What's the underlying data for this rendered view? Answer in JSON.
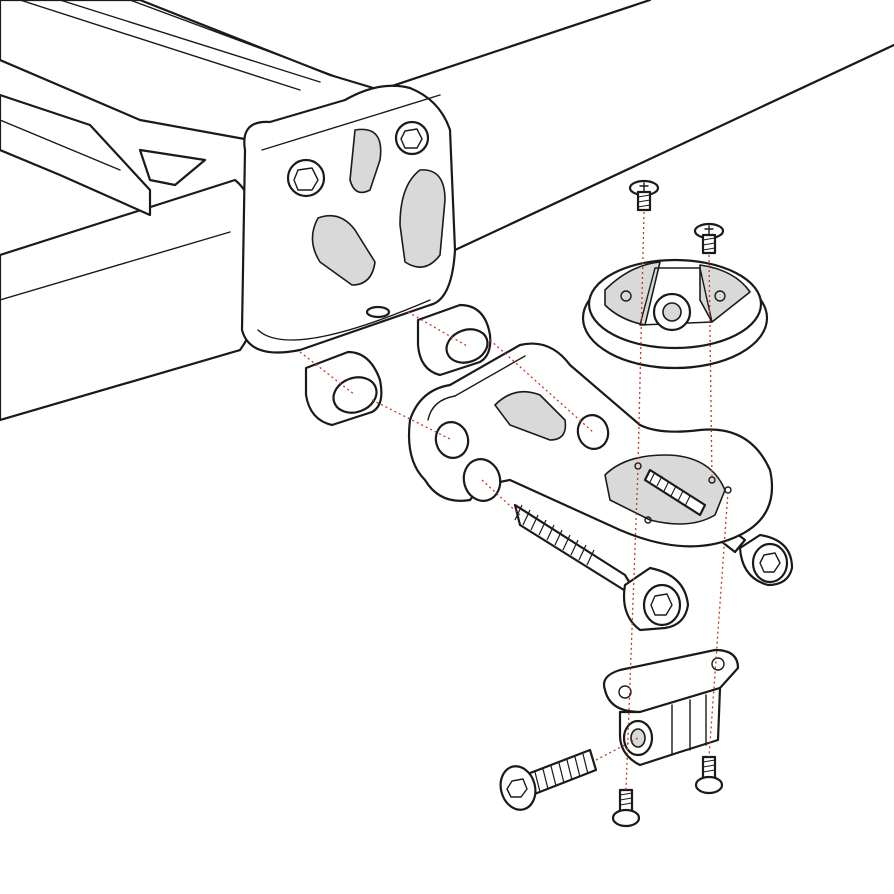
{
  "colors": {
    "line": "#1a1a1a",
    "guide": "#c0392b",
    "fill": "#ffffff",
    "shade": "#d9d9d9"
  },
  "parts": [
    {
      "id": "handlebar",
      "icon": "handlebar-tube-icon"
    },
    {
      "id": "stem-clamp",
      "icon": "stem-clamp-icon"
    },
    {
      "id": "spacer",
      "icon": "spacer-cylinder-icon",
      "count": 2
    },
    {
      "id": "mount-arm",
      "icon": "out-front-mount-arm-icon"
    },
    {
      "id": "computer-cradle",
      "icon": "computer-cradle-icon"
    },
    {
      "id": "clamp-bolt",
      "icon": "long-hex-bolt-icon",
      "count": 2
    },
    {
      "id": "cradle-screw",
      "icon": "countersunk-screw-icon",
      "count": 2
    },
    {
      "id": "camera-adapter",
      "icon": "gopro-adapter-icon"
    },
    {
      "id": "adapter-bolt",
      "icon": "button-head-bolt-icon"
    },
    {
      "id": "adapter-screw",
      "icon": "small-screw-icon",
      "count": 2
    }
  ]
}
